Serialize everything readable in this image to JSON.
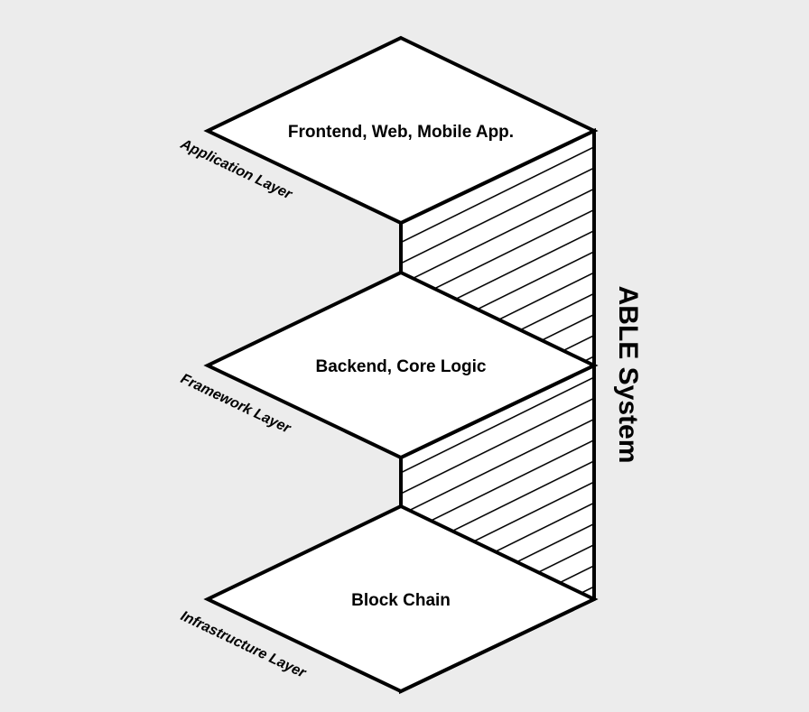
{
  "diagram": {
    "system_label": "ABLE System",
    "layers": [
      {
        "tile_label": "Frontend, Web, Mobile App.",
        "layer_label": "Application Layer"
      },
      {
        "tile_label": "Backend, Core Logic",
        "layer_label": "Framework Layer"
      },
      {
        "tile_label": "Block Chain",
        "layer_label": "Infrastructure Layer"
      }
    ],
    "colors": {
      "background": "#ececec",
      "tile_fill": "#ffffff",
      "stroke": "#000000"
    }
  }
}
